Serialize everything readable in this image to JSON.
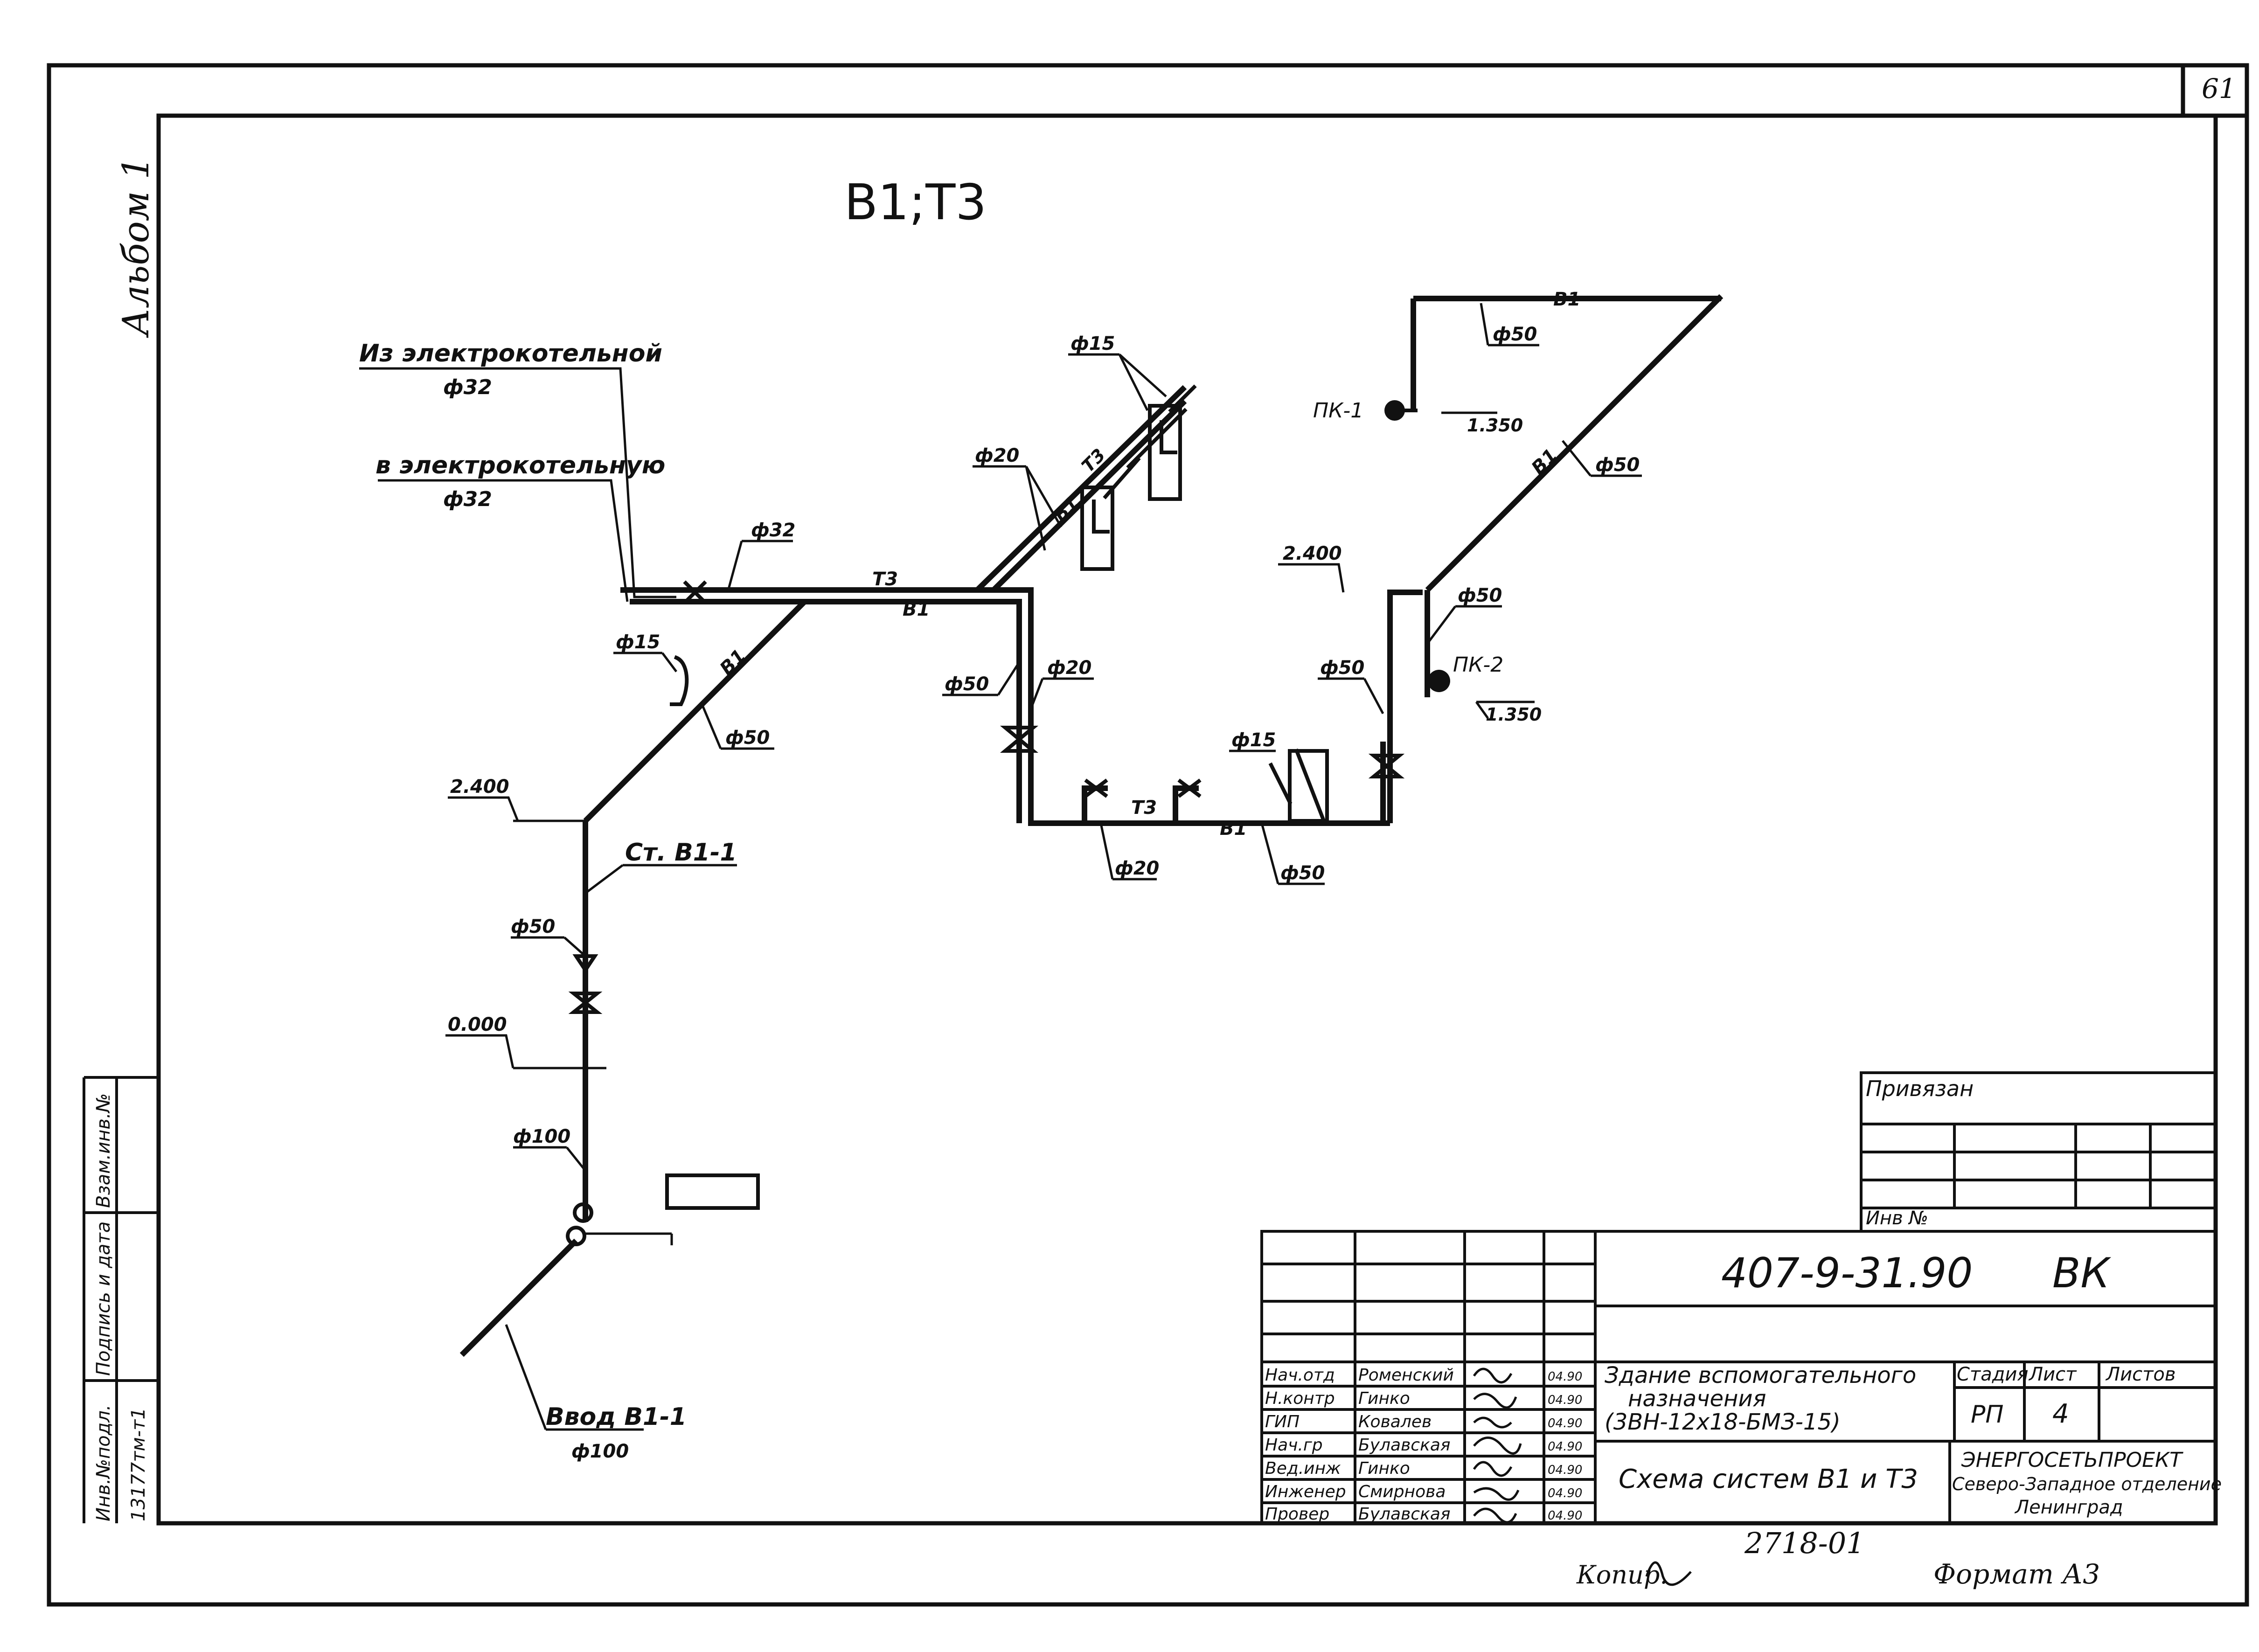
{
  "page_number": "61",
  "album": "Альбом 1",
  "drawing_title": "B1;T3",
  "labels": {
    "iz_kotelnoy": "Из электрокотельной",
    "v_kotelnuyu": "в электрокотельную",
    "d32a": "ф32",
    "d32b": "ф32",
    "d32c": "ф32",
    "d15_top": "ф15",
    "d20_top": "ф20",
    "d15_left": "ф15",
    "d50_riser": "ф50",
    "d50_left": "ф50",
    "d20_mid": "ф20",
    "d20_bot": "ф20",
    "d15_mid": "ф15",
    "d50_bot": "ф50",
    "d50_r1": "ф50",
    "d50_r2": "ф50",
    "d50_r3": "ф50",
    "d50_r4": "ф50",
    "d50_main": "ф50",
    "d100_a": "ф100",
    "d100_b": "ф100",
    "pk1": "ПК-1",
    "pk2": "ПК-2",
    "el_1350a": "1.350",
    "el_1350b": "1.350",
    "el_2400a": "2.400",
    "el_2400b": "2.400",
    "el_0000": "0.000",
    "riser": "Ст. В1-1",
    "vvod": "Ввод В1-1",
    "t3": "Т3",
    "b1": "В1"
  },
  "stamp": {
    "privyazan": "Привязан",
    "inv_no": "Инв №",
    "code": "407-9-31.90",
    "mark": "ВК",
    "object_line1": "Здание вспомогательного",
    "object_line2": "назначения",
    "object_line3": "(3ВН-12х18-БМЗ-15)",
    "sheet_title": "Схема систем В1 и Т3",
    "col_stage": "Стадия",
    "col_sheet": "Лист",
    "col_sheets": "Листов",
    "stage": "РП",
    "sheet_no": "4",
    "org1": "ЭНЕРГОСЕТЬПРОЕКТ",
    "org2": "Северо-Западное отделение",
    "org3": "Ленинград",
    "roles": [
      "Нач.отд",
      "Н.контр",
      "ГИП",
      "Нач.гр",
      "Вед.инж",
      "Инженер",
      "Провер"
    ],
    "names": [
      "Роменский",
      "Гинко",
      "Ковалев",
      "Булавская",
      "Гинко",
      "Смирнова",
      "Булавская"
    ],
    "dates": [
      "04.90",
      "04.90",
      "04.90",
      "04.90",
      "04.90",
      "04.90",
      "04.90"
    ]
  },
  "side_stamp": {
    "inv_podl": "Инв.№подл.",
    "podpis": "Подпись и дата",
    "vzam": "Взам.инв.№",
    "inv_value": "13177тм-т1"
  },
  "bottom": {
    "copy": "Копир.",
    "number": "2718-01",
    "format": "Формат А3"
  }
}
